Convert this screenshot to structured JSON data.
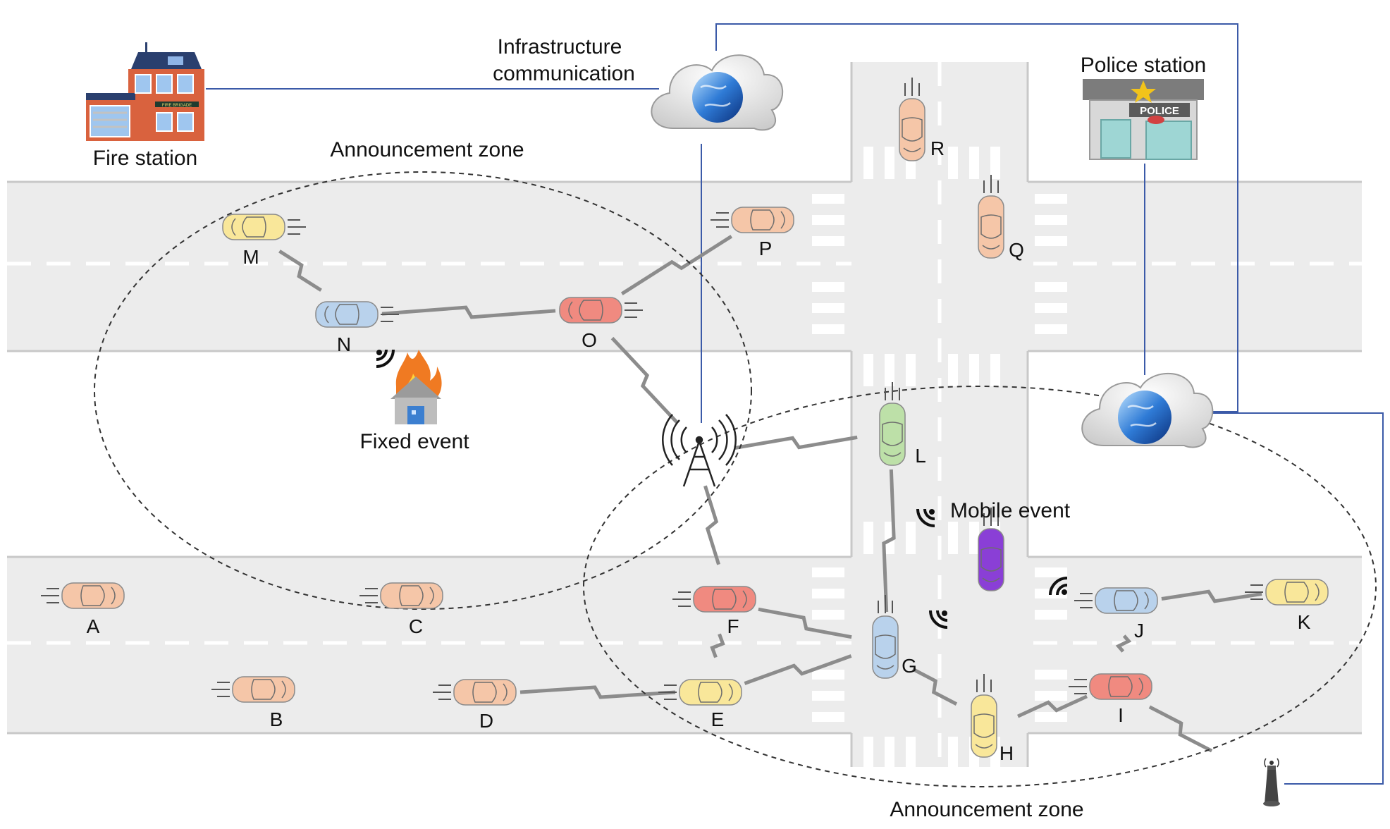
{
  "labels": {
    "fire_station": "Fire station",
    "infra_line1": "Infrastructure",
    "infra_line2": "communication",
    "police_station": "Police station",
    "police_sign": "POLICE",
    "fire_sign": "FIRE BRIGADE",
    "zone_top": "Announcement zone",
    "zone_bottom": "Announcement zone",
    "fixed_event": "Fixed event",
    "mobile_event": "Mobile event"
  },
  "vehicles": [
    {
      "id": "A",
      "label": "A",
      "color": "#f5c6a8"
    },
    {
      "id": "B",
      "label": "B",
      "color": "#f5c6a8"
    },
    {
      "id": "C",
      "label": "C",
      "color": "#f5c6a8"
    },
    {
      "id": "D",
      "label": "D",
      "color": "#f5c6a8"
    },
    {
      "id": "E",
      "label": "E",
      "color": "#f9e79a"
    },
    {
      "id": "F",
      "label": "F",
      "color": "#f08a80"
    },
    {
      "id": "G",
      "label": "G",
      "color": "#b9d2ec"
    },
    {
      "id": "H",
      "label": "H",
      "color": "#f9e79a"
    },
    {
      "id": "I",
      "label": "I",
      "color": "#f08a80"
    },
    {
      "id": "J",
      "label": "J",
      "color": "#b9d2ec"
    },
    {
      "id": "K",
      "label": "K",
      "color": "#f9e79a"
    },
    {
      "id": "L",
      "label": "L",
      "color": "#bde0a8"
    },
    {
      "id": "M",
      "label": "M",
      "color": "#f9e79a"
    },
    {
      "id": "N",
      "label": "N",
      "color": "#b9d2ec"
    },
    {
      "id": "O",
      "label": "O",
      "color": "#f08a80"
    },
    {
      "id": "P",
      "label": "P",
      "color": "#f5c6a8"
    },
    {
      "id": "Q",
      "label": "Q",
      "color": "#f5c6a8"
    },
    {
      "id": "R",
      "label": "R",
      "color": "#f5c6a8"
    },
    {
      "id": "mobile-event-car",
      "label": "",
      "color": "#8a3fd6"
    }
  ],
  "links": [
    [
      "M",
      "N"
    ],
    [
      "N",
      "O"
    ],
    [
      "O",
      "P"
    ],
    [
      "O",
      "tower"
    ],
    [
      "tower",
      "L"
    ],
    [
      "tower",
      "F"
    ],
    [
      "F",
      "E"
    ],
    [
      "F",
      "G"
    ],
    [
      "D",
      "E"
    ],
    [
      "E",
      "G"
    ],
    [
      "G",
      "L"
    ],
    [
      "G",
      "H"
    ],
    [
      "H",
      "I"
    ],
    [
      "I",
      "J"
    ],
    [
      "J",
      "K"
    ],
    [
      "I",
      "roadside-unit"
    ]
  ],
  "colors": {
    "road": "#ececec",
    "road_edge": "#c8c8c8",
    "lane_mark": "#ffffff",
    "wired_link": "#3b5aa8",
    "wireless_link": "#8c8c8c",
    "zone_border": "#333333"
  },
  "icons": [
    "fire-station-icon",
    "cloud-globe-icon",
    "police-station-icon",
    "cell-tower-icon",
    "burning-house-icon",
    "wifi-signal-icon",
    "roadside-unit-icon"
  ]
}
